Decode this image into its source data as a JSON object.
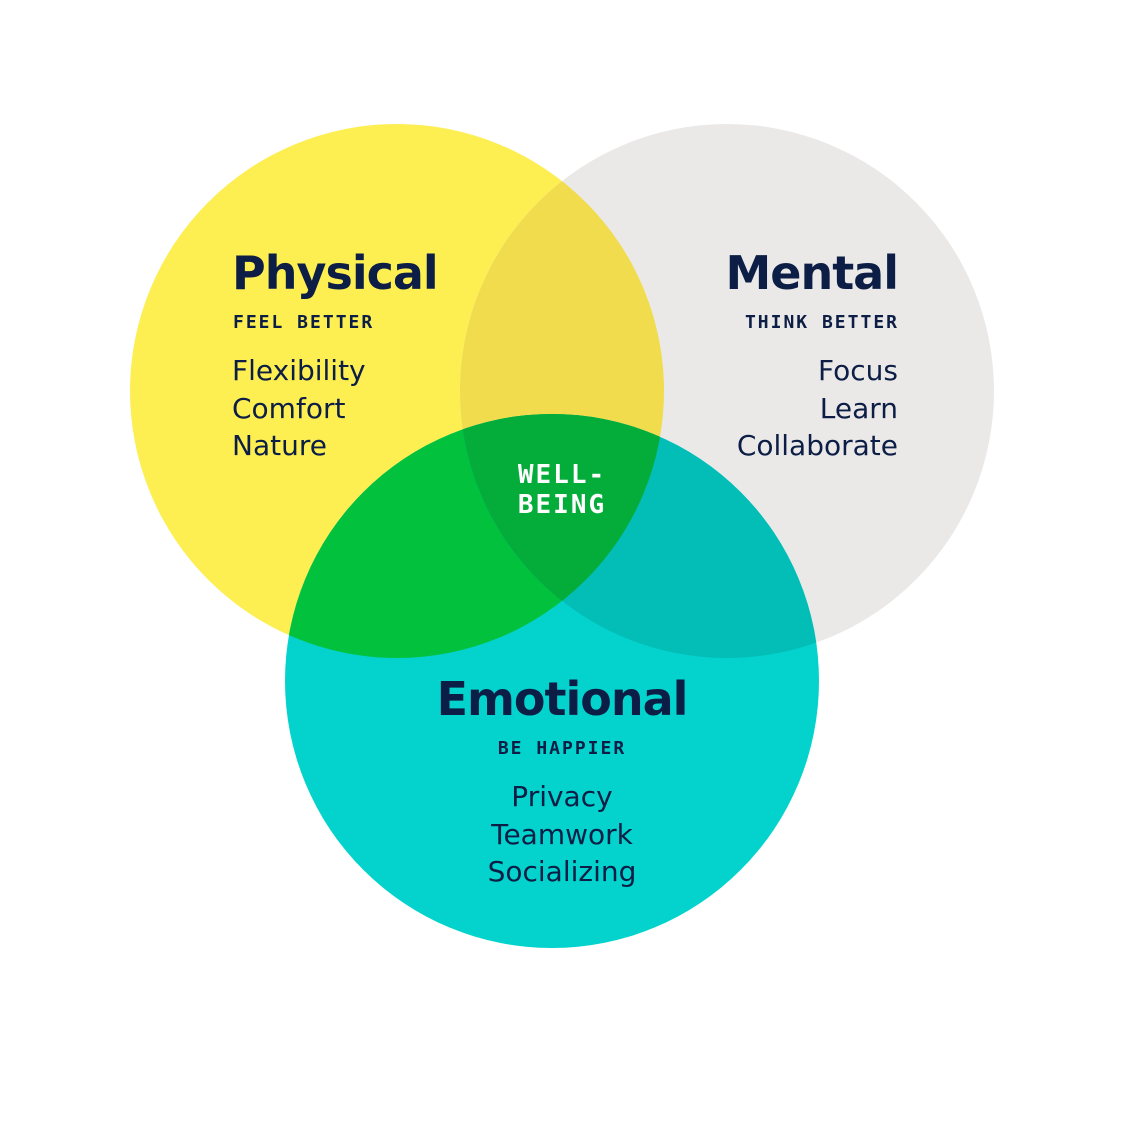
{
  "colors": {
    "physical": "#fdee52",
    "mental": "#ebe9e8",
    "emotional": "#04d3cd",
    "physical_mental": "#f0dc4c",
    "physical_emotional": "#01c13d",
    "mental_emotional": "#03bdb7",
    "center": "#04ac3a",
    "heading_text": "#0c1e45",
    "center_text": "#ffffff"
  },
  "physical": {
    "title": "Physical",
    "tagline": "FEEL BETTER",
    "items": [
      "Flexibility",
      "Comfort",
      "Nature"
    ]
  },
  "mental": {
    "title": "Mental",
    "tagline": "THINK BETTER",
    "items": [
      "Focus",
      "Learn",
      "Collaborate"
    ]
  },
  "emotional": {
    "title": "Emotional",
    "tagline": "BE HAPPIER",
    "items": [
      "Privacy",
      "Teamwork",
      "Socializing"
    ]
  },
  "center": {
    "label": "WELL-\nBEING"
  }
}
